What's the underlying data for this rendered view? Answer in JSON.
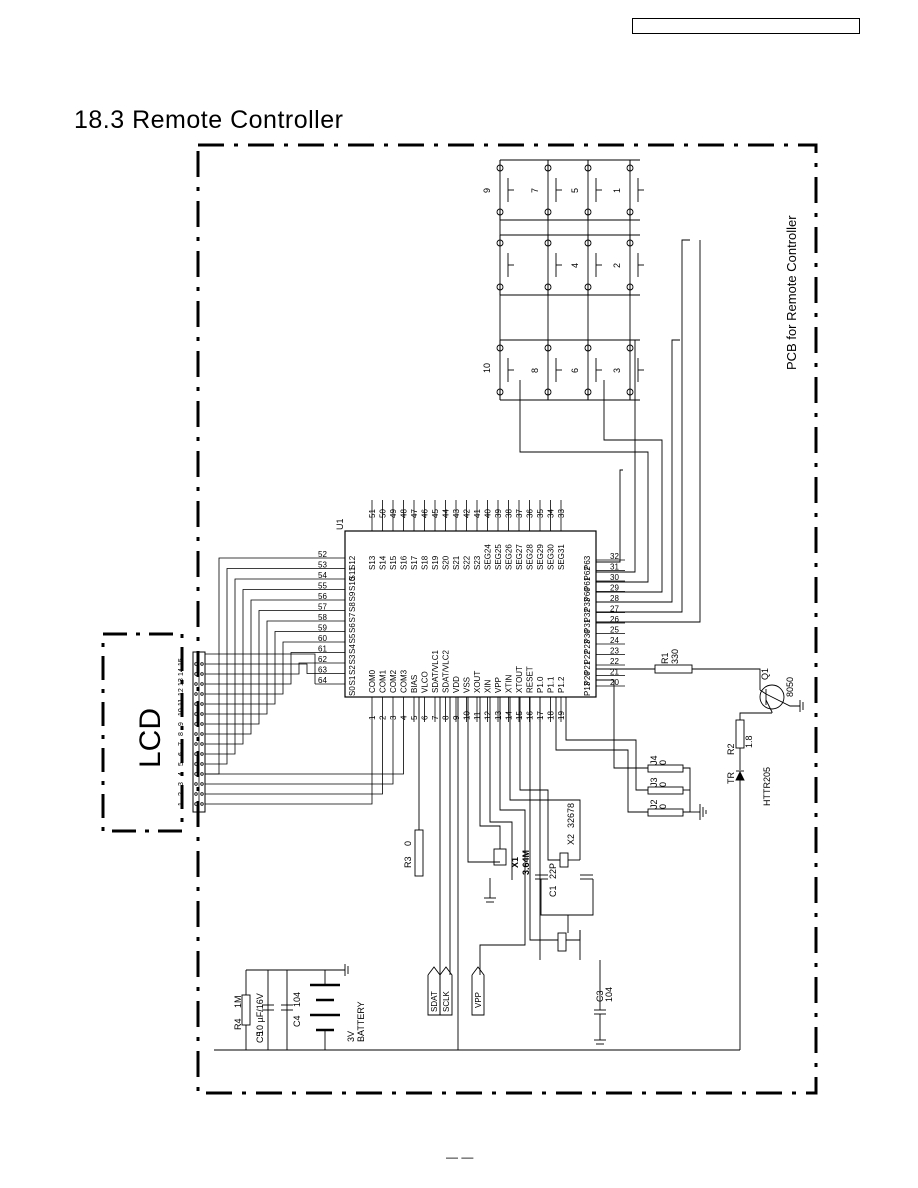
{
  "header": {
    "box_text": ""
  },
  "title": "18.3  Remote Controller",
  "page_number": "—   —",
  "pcb_label": "PCB for Remote Controller",
  "lcd": {
    "label": "LCD",
    "pin_numbers": [
      "1",
      "2",
      "3",
      "4",
      "5",
      "6",
      "7",
      "8",
      "9",
      "10",
      "11",
      "12",
      "13",
      "14",
      "15"
    ]
  },
  "chip": {
    "ref": "U1",
    "bottom_labels": [
      "COM0",
      "COM1",
      "COM2",
      "COM3",
      "BIAS",
      "VLCO",
      "SDAT/VLC1",
      "SDAT/VLC2",
      "VDD",
      "VSS",
      "XOUT",
      "XIN",
      "VPP",
      "XTIN",
      "XTOUT",
      "RESET",
      "P1.0",
      "P1.1",
      "P1.2"
    ],
    "bottom_pins": [
      "1",
      "2",
      "3",
      "4",
      "5",
      "6",
      "7",
      "8",
      "9",
      "10",
      "11",
      "12",
      "13",
      "14",
      "15",
      "16",
      "17",
      "18",
      "19"
    ],
    "top_labels": [
      "S13",
      "S14",
      "S15",
      "S16",
      "S17",
      "S18",
      "S19",
      "S20",
      "S21",
      "S22",
      "S23",
      "SEG24",
      "SEG25",
      "SEG26",
      "SEG27",
      "SEG28",
      "SEG29",
      "SEG30",
      "SEG31"
    ],
    "top_pins": [
      "51",
      "50",
      "49",
      "48",
      "47",
      "46",
      "45",
      "44",
      "43",
      "42",
      "41",
      "40",
      "39",
      "38",
      "37",
      "36",
      "35",
      "34",
      "33"
    ],
    "left_labels": [
      "S12",
      "S11",
      "S10",
      "S9",
      "S8",
      "S7",
      "S6",
      "S5",
      "S4",
      "S3",
      "S2",
      "S1",
      "S0"
    ],
    "left_pins": [
      "52",
      "53",
      "54",
      "55",
      "56",
      "57",
      "58",
      "59",
      "60",
      "61",
      "62",
      "63",
      "64"
    ],
    "right_labels": [
      "P63",
      "P62",
      "P61",
      "P60",
      "P33",
      "P32",
      "P31",
      "P30",
      "P23",
      "P22",
      "P21",
      "P20",
      "P13"
    ],
    "right_pins": [
      "32",
      "31",
      "30",
      "29",
      "28",
      "27",
      "26",
      "25",
      "24",
      "23",
      "22",
      "21",
      "20"
    ]
  },
  "keys": [
    "9",
    "7",
    "5",
    "1",
    "",
    "",
    "4",
    "2",
    "10",
    "8",
    "6",
    "3"
  ],
  "components": {
    "r1": "R1",
    "r1_val": "330",
    "q1": "Q1",
    "q1_val": "8050",
    "r2": "R2",
    "r2_val": "1.8",
    "tr": "TR",
    "tr_part": "HTTR205",
    "j4": "J4",
    "j4_val": "0",
    "j3": "J3",
    "j3_val": "0",
    "j2": "J2",
    "j2_val": "0",
    "r3": "R3",
    "r3_val": "0",
    "x1": "X1",
    "x1_val": "3.64M",
    "x2": "X2",
    "x2_val": "32678",
    "c1": "C1",
    "c1_val": "22P",
    "c3": "C3",
    "c3_val": "104",
    "c4": "C4",
    "c4_val": "104",
    "c5": "C5",
    "c5_val": "10 µF/16V",
    "r4": "R4",
    "r4_val": "1M",
    "battery": "3V",
    "battery_label": "BATTERY",
    "sdat": "SDAT",
    "sclk": "SCLK",
    "vpp": "VPP"
  }
}
